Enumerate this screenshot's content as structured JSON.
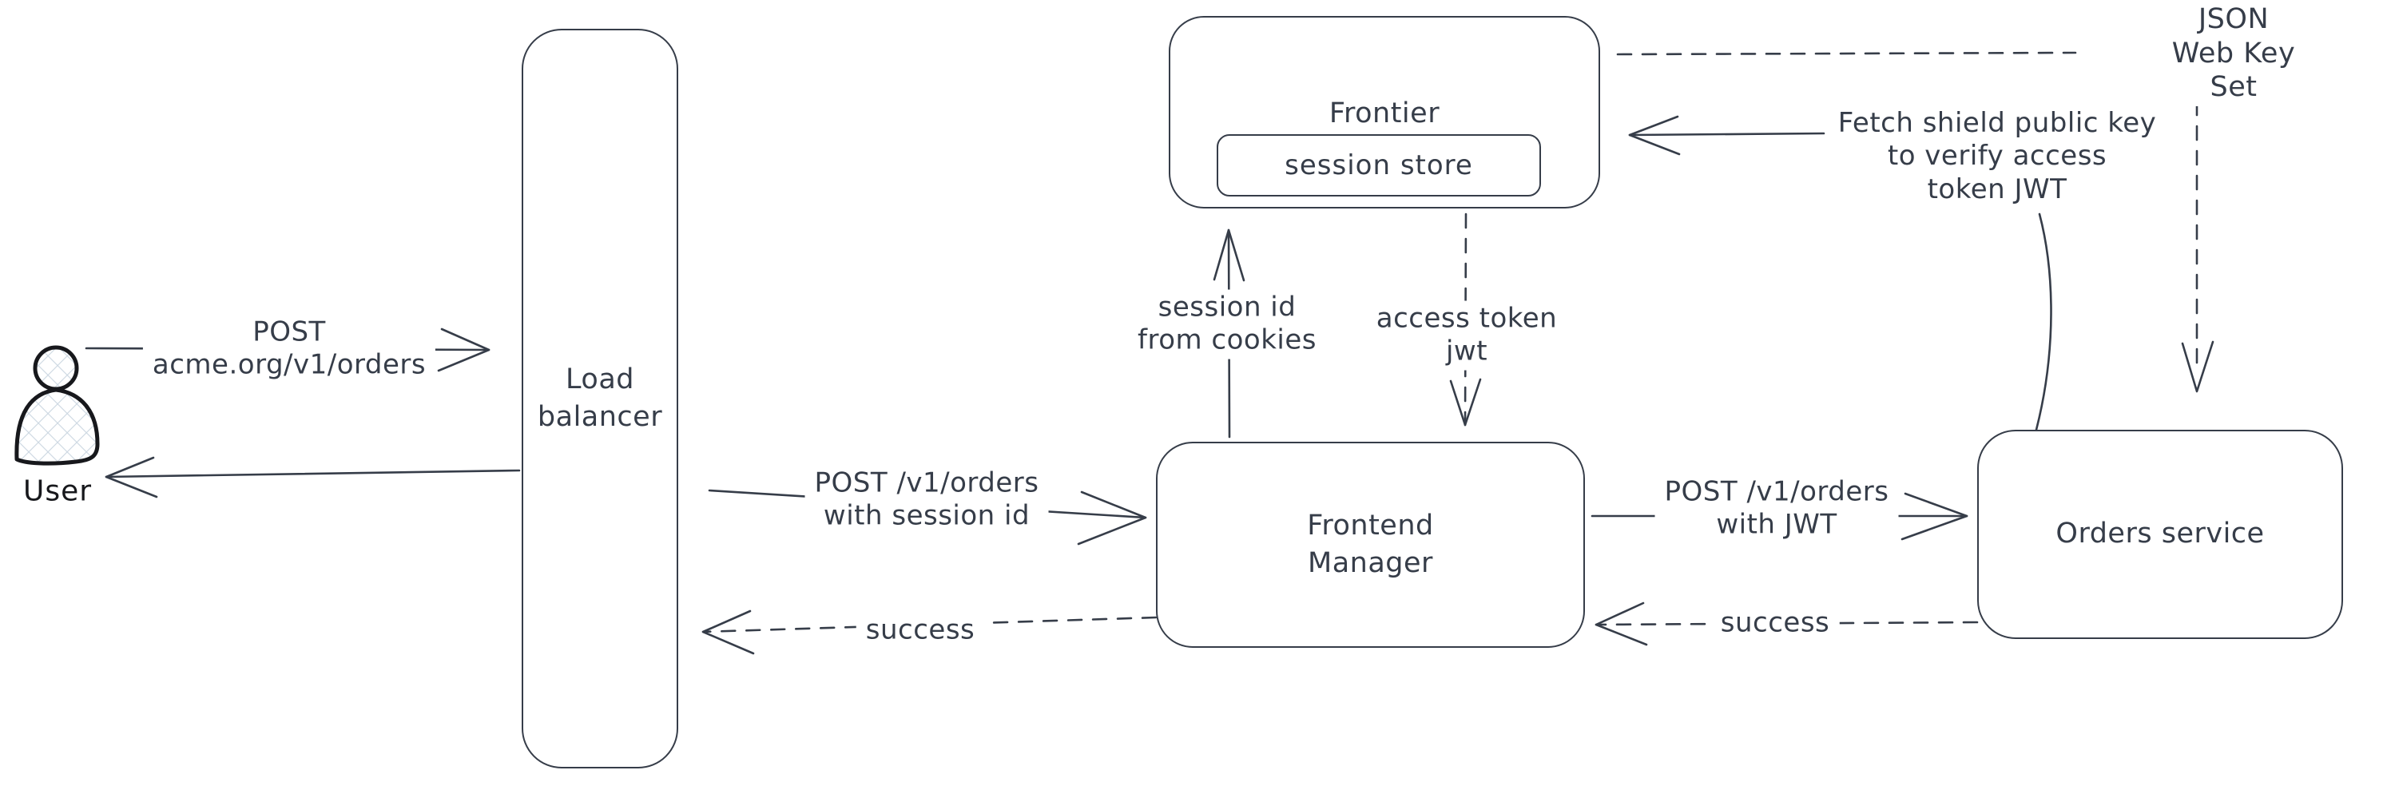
{
  "colors": {
    "stroke": "#363d49",
    "user_stroke": "#17181c",
    "user_fill": "#ccd7e1",
    "background": "#ffffff"
  },
  "nodes": {
    "user": {
      "label": "User"
    },
    "load_balancer": {
      "label": "Load balancer"
    },
    "frontier": {
      "label": "Frontier",
      "session_store_label": "session store"
    },
    "frontend_manager": {
      "label": "Frontend Manager"
    },
    "orders_service": {
      "label": "Orders service"
    }
  },
  "edges": {
    "user_to_load_balancer": {
      "label": "POST\nacme.org/v1/orders",
      "style": "solid",
      "direction": "right"
    },
    "load_balancer_to_user": {
      "style": "solid",
      "direction": "left"
    },
    "load_balancer_to_frontend_manager": {
      "label": "POST /v1/orders\nwith session id",
      "style": "solid",
      "direction": "right"
    },
    "frontend_manager_to_load_balancer": {
      "label": "success",
      "style": "dashed",
      "direction": "left"
    },
    "frontend_manager_to_frontier": {
      "label": "session id\nfrom cookies",
      "style": "solid",
      "direction": "up"
    },
    "frontier_to_frontend_manager": {
      "label": "access token\njwt",
      "style": "dashed",
      "direction": "down"
    },
    "frontend_manager_to_orders_service": {
      "label": "POST /v1/orders\nwith JWT",
      "style": "solid",
      "direction": "right"
    },
    "orders_service_to_frontend_manager": {
      "label": "success",
      "style": "dashed",
      "direction": "left"
    },
    "orders_service_to_frontier": {
      "label": "Fetch shield public key\nto verify access\ntoken JWT",
      "style": "solid",
      "direction": "left"
    },
    "frontier_to_jwks": {
      "label": "JSON Web Key Set",
      "style": "dashed",
      "direction": "right"
    },
    "jwks_to_orders_service": {
      "style": "dashed",
      "direction": "down"
    }
  }
}
